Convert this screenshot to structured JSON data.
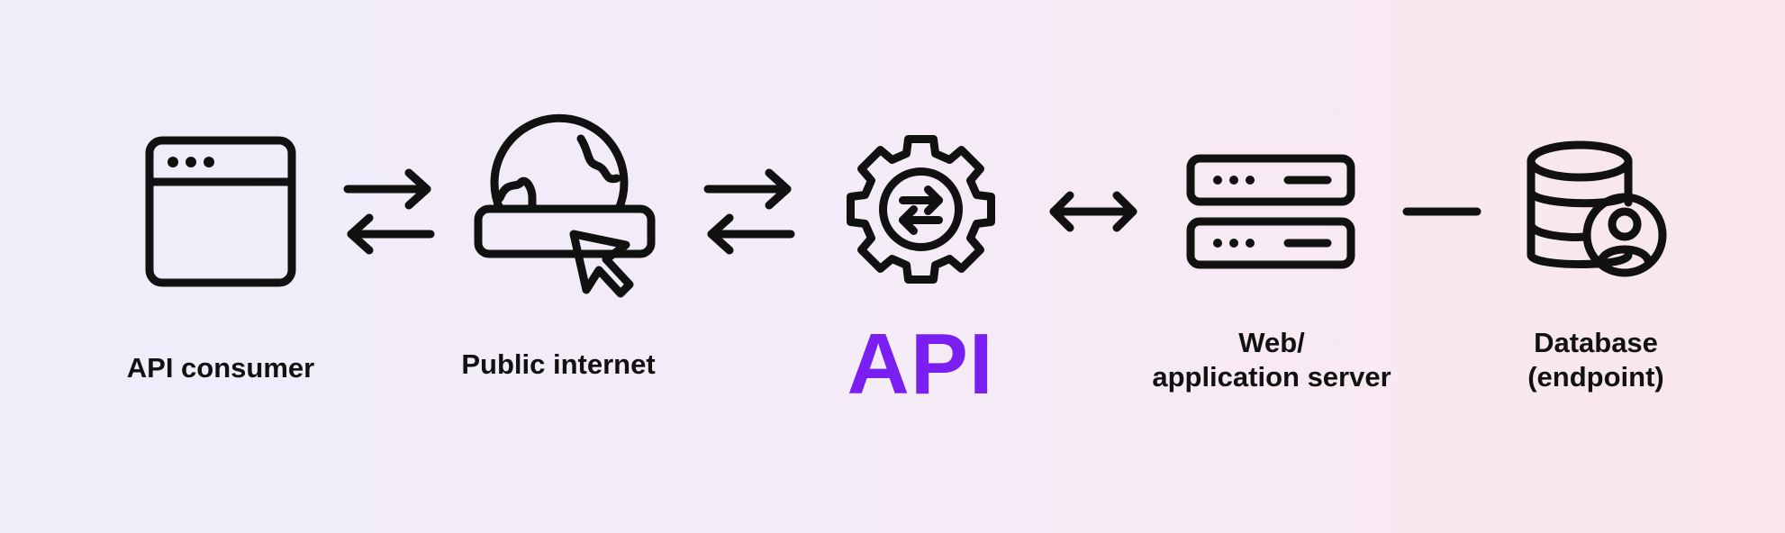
{
  "diagram": {
    "colors": {
      "ink": "#111111",
      "accent": "#7a1ef2"
    },
    "nodes": [
      {
        "id": "consumer",
        "icon": "browser-window-icon",
        "label": "API consumer"
      },
      {
        "id": "internet",
        "icon": "globe-cursor-icon",
        "label": "Public internet"
      },
      {
        "id": "api",
        "icon": "gear-exchange-icon",
        "label": "API"
      },
      {
        "id": "server",
        "icon": "server-rack-icon",
        "label": "Web/\napplication server"
      },
      {
        "id": "database",
        "icon": "database-user-icon",
        "label": "Database\n(endpoint)"
      }
    ],
    "edges": [
      {
        "from": "consumer",
        "to": "internet",
        "style": "two-way-split"
      },
      {
        "from": "internet",
        "to": "api",
        "style": "two-way-split"
      },
      {
        "from": "api",
        "to": "server",
        "style": "double-headed"
      },
      {
        "from": "server",
        "to": "database",
        "style": "line"
      }
    ]
  }
}
